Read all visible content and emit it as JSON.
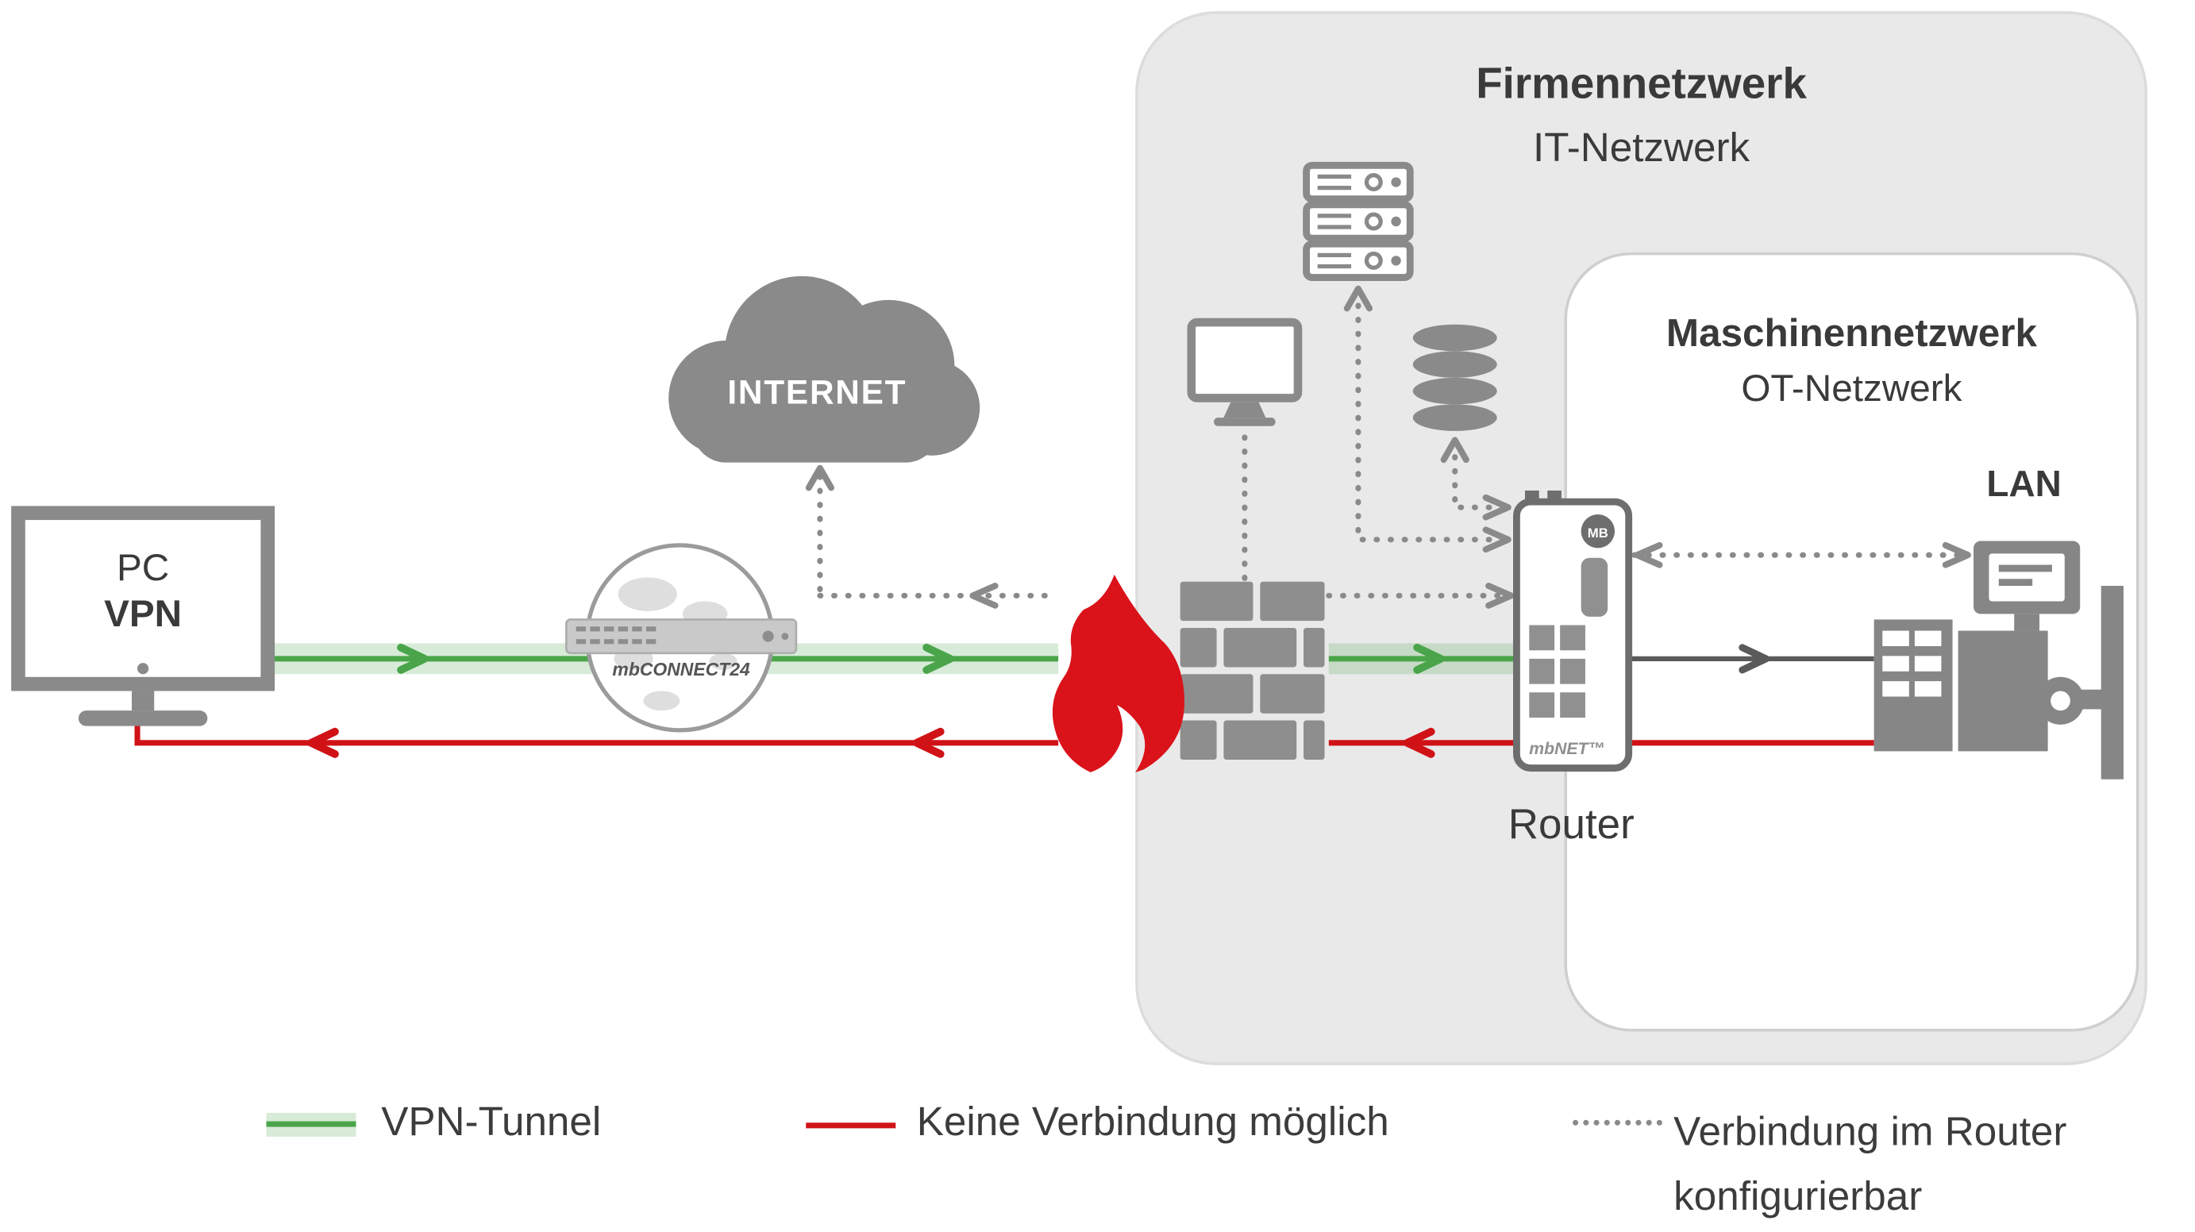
{
  "nodes": {
    "pc": {
      "label_line1": "PC",
      "label_line2": "VPN"
    },
    "internet": {
      "label": "INTERNET"
    },
    "mbconnect24": {
      "label": "mbCONNECT24"
    },
    "router": {
      "label": "Router",
      "device_name": "mbNET™",
      "badge": "MB"
    },
    "lan": {
      "label": "LAN"
    }
  },
  "zones": {
    "firmennetzwerk": {
      "title": "Firmennetzwerk",
      "subtitle": "IT-Netzwerk"
    },
    "maschinennetzwerk": {
      "title": "Maschinennetzwerk",
      "subtitle": "OT-Netzwerk"
    }
  },
  "legend": {
    "vpn_tunnel": {
      "label": "VPN-Tunnel",
      "color": "#4aa54a"
    },
    "no_connection": {
      "label": "Keine Verbindung möglich",
      "color": "#d01217"
    },
    "configurable": {
      "label_line1": "Verbindung im Router",
      "label_line2": "konfigurierbar",
      "color": "#8a8a8a"
    }
  },
  "colors": {
    "icon_gray": "#8a8a8a",
    "zone_fill": "#e9e9e9",
    "flame_red": "#da121a",
    "vpn_green": "#4aa54a",
    "blocked_red": "#d01217",
    "text": "#3a3a3a"
  }
}
